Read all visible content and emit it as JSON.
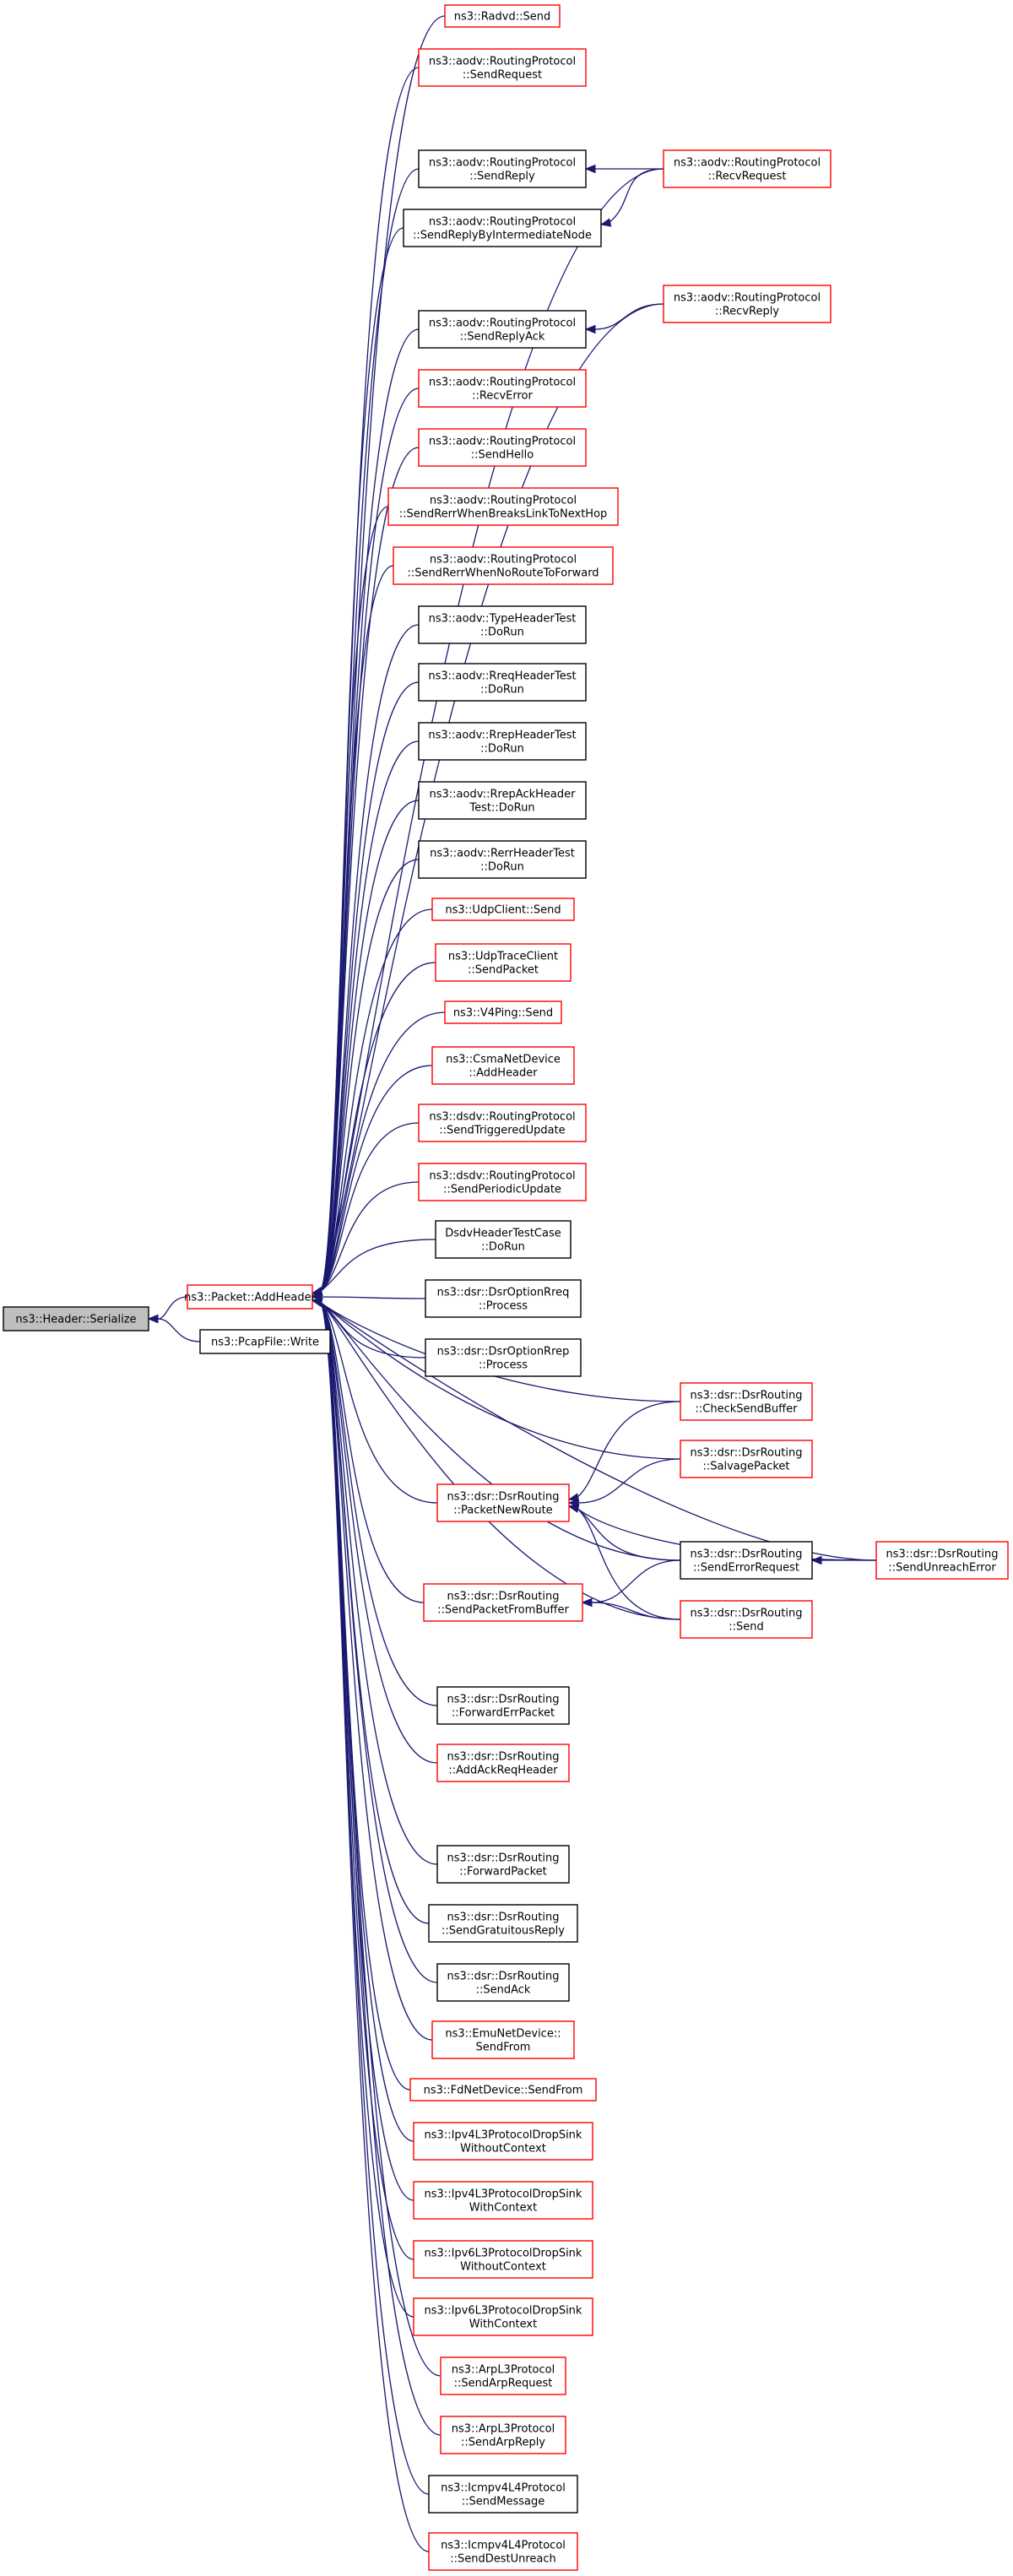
{
  "diagram": {
    "nodes": [
      {
        "id": "header_serialize",
        "lines": [
          "ns3::Header::Serialize"
        ],
        "border": "root"
      },
      {
        "id": "packet_addheader",
        "lines": [
          "ns3::Packet::AddHeader"
        ],
        "border": "red"
      },
      {
        "id": "pcapfile_write",
        "lines": [
          "ns3::PcapFile::Write"
        ],
        "border": "black"
      },
      {
        "id": "radvd_send",
        "lines": [
          "ns3::Radvd::Send"
        ],
        "border": "red"
      },
      {
        "id": "aodv_sendrequest",
        "lines": [
          "ns3::aodv::RoutingProtocol",
          "::SendRequest"
        ],
        "border": "red"
      },
      {
        "id": "aodv_sendreply",
        "lines": [
          "ns3::aodv::RoutingProtocol",
          "::SendReply"
        ],
        "border": "black"
      },
      {
        "id": "aodv_sendreplybyint",
        "lines": [
          "ns3::aodv::RoutingProtocol",
          "::SendReplyByIntermediateNode"
        ],
        "border": "black"
      },
      {
        "id": "aodv_recvrequest",
        "lines": [
          "ns3::aodv::RoutingProtocol",
          "::RecvRequest"
        ],
        "border": "red"
      },
      {
        "id": "aodv_sendreplyack",
        "lines": [
          "ns3::aodv::RoutingProtocol",
          "::SendReplyAck"
        ],
        "border": "black"
      },
      {
        "id": "aodv_recvreply",
        "lines": [
          "ns3::aodv::RoutingProtocol",
          "::RecvReply"
        ],
        "border": "red"
      },
      {
        "id": "aodv_recverror",
        "lines": [
          "ns3::aodv::RoutingProtocol",
          "::RecvError"
        ],
        "border": "red"
      },
      {
        "id": "aodv_sendhello",
        "lines": [
          "ns3::aodv::RoutingProtocol",
          "::SendHello"
        ],
        "border": "red"
      },
      {
        "id": "aodv_senderrwhenbreaks",
        "lines": [
          "ns3::aodv::RoutingProtocol",
          "::SendRerrWhenBreaksLinkToNextHop"
        ],
        "border": "red"
      },
      {
        "id": "aodv_senderrwhennoroute",
        "lines": [
          "ns3::aodv::RoutingProtocol",
          "::SendRerrWhenNoRouteToForward"
        ],
        "border": "red"
      },
      {
        "id": "aodv_typeheadertest",
        "lines": [
          "ns3::aodv::TypeHeaderTest",
          "::DoRun"
        ],
        "border": "black"
      },
      {
        "id": "aodv_rreqheadertest",
        "lines": [
          "ns3::aodv::RreqHeaderTest",
          "::DoRun"
        ],
        "border": "black"
      },
      {
        "id": "aodv_rrepheadertest",
        "lines": [
          "ns3::aodv::RrepHeaderTest",
          "::DoRun"
        ],
        "border": "black"
      },
      {
        "id": "aodv_rrepackheader",
        "lines": [
          "ns3::aodv::RrepAckHeader",
          "Test::DoRun"
        ],
        "border": "black"
      },
      {
        "id": "aodv_rerrheadertest",
        "lines": [
          "ns3::aodv::RerrHeaderTest",
          "::DoRun"
        ],
        "border": "black"
      },
      {
        "id": "udpclient_send",
        "lines": [
          "ns3::UdpClient::Send"
        ],
        "border": "red"
      },
      {
        "id": "udptraceclient_sendpacket",
        "lines": [
          "ns3::UdpTraceClient",
          "::SendPacket"
        ],
        "border": "red"
      },
      {
        "id": "v4ping_send",
        "lines": [
          "ns3::V4Ping::Send"
        ],
        "border": "red"
      },
      {
        "id": "csmanetdevice_addheader",
        "lines": [
          "ns3::CsmaNetDevice",
          "::AddHeader"
        ],
        "border": "red"
      },
      {
        "id": "dsdv_sendtriggered",
        "lines": [
          "ns3::dsdv::RoutingProtocol",
          "::SendTriggeredUpdate"
        ],
        "border": "red"
      },
      {
        "id": "dsdv_sendperiodic",
        "lines": [
          "ns3::dsdv::RoutingProtocol",
          "::SendPeriodicUpdate"
        ],
        "border": "red"
      },
      {
        "id": "dsdvheadertestcase",
        "lines": [
          "DsdvHeaderTestCase",
          "::DoRun"
        ],
        "border": "black"
      },
      {
        "id": "dsr_optionrreq",
        "lines": [
          "ns3::dsr::DsrOptionRreq",
          "::Process"
        ],
        "border": "black"
      },
      {
        "id": "dsr_optionrrep",
        "lines": [
          "ns3::dsr::DsrOptionRrep",
          "::Process"
        ],
        "border": "black"
      },
      {
        "id": "dsr_checksendbuffer",
        "lines": [
          "ns3::dsr::DsrRouting",
          "::CheckSendBuffer"
        ],
        "border": "red"
      },
      {
        "id": "dsr_salvagepacket",
        "lines": [
          "ns3::dsr::DsrRouting",
          "::SalvagePacket"
        ],
        "border": "red"
      },
      {
        "id": "dsr_packetnewroute",
        "lines": [
          "ns3::dsr::DsrRouting",
          "::PacketNewRoute"
        ],
        "border": "red"
      },
      {
        "id": "dsr_senderrorrequest",
        "lines": [
          "ns3::dsr::DsrRouting",
          "::SendErrorRequest"
        ],
        "border": "black"
      },
      {
        "id": "dsr_sendunreacherror",
        "lines": [
          "ns3::dsr::DsrRouting",
          "::SendUnreachError"
        ],
        "border": "red"
      },
      {
        "id": "dsr_sendpacketfrombuffer",
        "lines": [
          "ns3::dsr::DsrRouting",
          "::SendPacketFromBuffer"
        ],
        "border": "red"
      },
      {
        "id": "dsr_send",
        "lines": [
          "ns3::dsr::DsrRouting",
          "::Send"
        ],
        "border": "red"
      },
      {
        "id": "dsr_forwarderrpacket",
        "lines": [
          "ns3::dsr::DsrRouting",
          "::ForwardErrPacket"
        ],
        "border": "black"
      },
      {
        "id": "dsr_addackreqheader",
        "lines": [
          "ns3::dsr::DsrRouting",
          "::AddAckReqHeader"
        ],
        "border": "red"
      },
      {
        "id": "dsr_forwardpacket",
        "lines": [
          "ns3::dsr::DsrRouting",
          "::ForwardPacket"
        ],
        "border": "black"
      },
      {
        "id": "dsr_sendgratuitousreply",
        "lines": [
          "ns3::dsr::DsrRouting",
          "::SendGratuitousReply"
        ],
        "border": "black"
      },
      {
        "id": "dsr_sendack",
        "lines": [
          "ns3::dsr::DsrRouting",
          "::SendAck"
        ],
        "border": "black"
      },
      {
        "id": "emunetdevice_sendfrom",
        "lines": [
          "ns3::EmuNetDevice::",
          "SendFrom"
        ],
        "border": "red"
      },
      {
        "id": "fdnetdevice_sendfrom",
        "lines": [
          "ns3::FdNetDevice::SendFrom"
        ],
        "border": "red"
      },
      {
        "id": "ipv4l3_dropsink_withoutctx",
        "lines": [
          "ns3::Ipv4L3ProtocolDropSink",
          "WithoutContext"
        ],
        "border": "red"
      },
      {
        "id": "ipv4l3_dropsink_withctx",
        "lines": [
          "ns3::Ipv4L3ProtocolDropSink",
          "WithContext"
        ],
        "border": "red"
      },
      {
        "id": "ipv6l3_dropsink_withoutctx",
        "lines": [
          "ns3::Ipv6L3ProtocolDropSink",
          "WithoutContext"
        ],
        "border": "red"
      },
      {
        "id": "ipv6l3_dropsink_withctx",
        "lines": [
          "ns3::Ipv6L3ProtocolDropSink",
          "WithContext"
        ],
        "border": "red"
      },
      {
        "id": "arpl3_sendarprequest",
        "lines": [
          "ns3::ArpL3Protocol",
          "::SendArpRequest"
        ],
        "border": "red"
      },
      {
        "id": "arpl3_sendarpreply",
        "lines": [
          "ns3::ArpL3Protocol",
          "::SendArpReply"
        ],
        "border": "red"
      },
      {
        "id": "icmpv4l4_sendmessage",
        "lines": [
          "ns3::Icmpv4L4Protocol",
          "::SendMessage"
        ],
        "border": "black"
      },
      {
        "id": "icmpv4l4_senddestunreach",
        "lines": [
          "ns3::Icmpv4L4Protocol",
          "::SendDestUnreach"
        ],
        "border": "red"
      }
    ],
    "edges": [
      {
        "from": "packet_addheader",
        "to": "header_serialize"
      },
      {
        "from": "pcapfile_write",
        "to": "header_serialize"
      },
      {
        "from": "radvd_send",
        "to": "packet_addheader"
      },
      {
        "from": "aodv_sendrequest",
        "to": "packet_addheader"
      },
      {
        "from": "aodv_recvrequest",
        "to": "packet_addheader"
      },
      {
        "from": "aodv_sendreply",
        "to": "packet_addheader"
      },
      {
        "from": "aodv_recvrequest",
        "to": "aodv_sendreply"
      },
      {
        "from": "aodv_sendreplybyint",
        "to": "packet_addheader"
      },
      {
        "from": "aodv_recvrequest",
        "to": "aodv_sendreplybyint"
      },
      {
        "from": "aodv_recvreply",
        "to": "packet_addheader"
      },
      {
        "from": "aodv_sendreplyack",
        "to": "packet_addheader"
      },
      {
        "from": "aodv_recvreply",
        "to": "aodv_sendreplyack"
      },
      {
        "from": "aodv_recverror",
        "to": "packet_addheader"
      },
      {
        "from": "aodv_sendhello",
        "to": "packet_addheader"
      },
      {
        "from": "aodv_senderrwhenbreaks",
        "to": "packet_addheader"
      },
      {
        "from": "aodv_senderrwhennoroute",
        "to": "packet_addheader"
      },
      {
        "from": "aodv_typeheadertest",
        "to": "packet_addheader"
      },
      {
        "from": "aodv_rreqheadertest",
        "to": "packet_addheader"
      },
      {
        "from": "aodv_rrepheadertest",
        "to": "packet_addheader"
      },
      {
        "from": "aodv_rrepackheader",
        "to": "packet_addheader"
      },
      {
        "from": "aodv_rerrheadertest",
        "to": "packet_addheader"
      },
      {
        "from": "udpclient_send",
        "to": "packet_addheader"
      },
      {
        "from": "udptraceclient_sendpacket",
        "to": "packet_addheader"
      },
      {
        "from": "v4ping_send",
        "to": "packet_addheader"
      },
      {
        "from": "csmanetdevice_addheader",
        "to": "packet_addheader"
      },
      {
        "from": "dsdv_sendtriggered",
        "to": "packet_addheader"
      },
      {
        "from": "dsdv_sendperiodic",
        "to": "packet_addheader"
      },
      {
        "from": "dsdvheadertestcase",
        "to": "packet_addheader"
      },
      {
        "from": "dsr_optionrreq",
        "to": "packet_addheader"
      },
      {
        "from": "dsr_optionrrep",
        "to": "packet_addheader"
      },
      {
        "from": "dsr_checksendbuffer",
        "to": "packet_addheader"
      },
      {
        "from": "dsr_salvagepacket",
        "to": "packet_addheader"
      },
      {
        "from": "dsr_packetnewroute",
        "to": "packet_addheader"
      },
      {
        "from": "dsr_checksendbuffer",
        "to": "dsr_packetnewroute"
      },
      {
        "from": "dsr_salvagepacket",
        "to": "dsr_packetnewroute"
      },
      {
        "from": "dsr_senderrorrequest",
        "to": "dsr_packetnewroute"
      },
      {
        "from": "dsr_sendunreacherror",
        "to": "dsr_packetnewroute"
      },
      {
        "from": "dsr_send",
        "to": "dsr_packetnewroute"
      },
      {
        "from": "dsr_senderrorrequest",
        "to": "packet_addheader"
      },
      {
        "from": "dsr_sendunreacherror",
        "to": "dsr_senderrorrequest"
      },
      {
        "from": "dsr_sendpacketfrombuffer",
        "to": "packet_addheader"
      },
      {
        "from": "dsr_senderrorrequest",
        "to": "dsr_sendpacketfrombuffer"
      },
      {
        "from": "dsr_send",
        "to": "dsr_sendpacketfrombuffer"
      },
      {
        "from": "dsr_send",
        "to": "packet_addheader"
      },
      {
        "from": "dsr_sendunreacherror",
        "to": "packet_addheader"
      },
      {
        "from": "dsr_forwarderrpacket",
        "to": "packet_addheader"
      },
      {
        "from": "dsr_addackreqheader",
        "to": "packet_addheader"
      },
      {
        "from": "dsr_forwardpacket",
        "to": "packet_addheader"
      },
      {
        "from": "dsr_sendgratuitousreply",
        "to": "packet_addheader"
      },
      {
        "from": "dsr_sendack",
        "to": "packet_addheader"
      },
      {
        "from": "emunetdevice_sendfrom",
        "to": "packet_addheader"
      },
      {
        "from": "fdnetdevice_sendfrom",
        "to": "packet_addheader"
      },
      {
        "from": "ipv4l3_dropsink_withoutctx",
        "to": "packet_addheader"
      },
      {
        "from": "ipv4l3_dropsink_withctx",
        "to": "packet_addheader"
      },
      {
        "from": "ipv6l3_dropsink_withoutctx",
        "to": "packet_addheader"
      },
      {
        "from": "ipv6l3_dropsink_withctx",
        "to": "packet_addheader"
      },
      {
        "from": "arpl3_sendarprequest",
        "to": "packet_addheader"
      },
      {
        "from": "arpl3_sendarpreply",
        "to": "packet_addheader"
      },
      {
        "from": "icmpv4l4_sendmessage",
        "to": "packet_addheader"
      },
      {
        "from": "icmpv4l4_senddestunreach",
        "to": "packet_addheader"
      }
    ]
  }
}
